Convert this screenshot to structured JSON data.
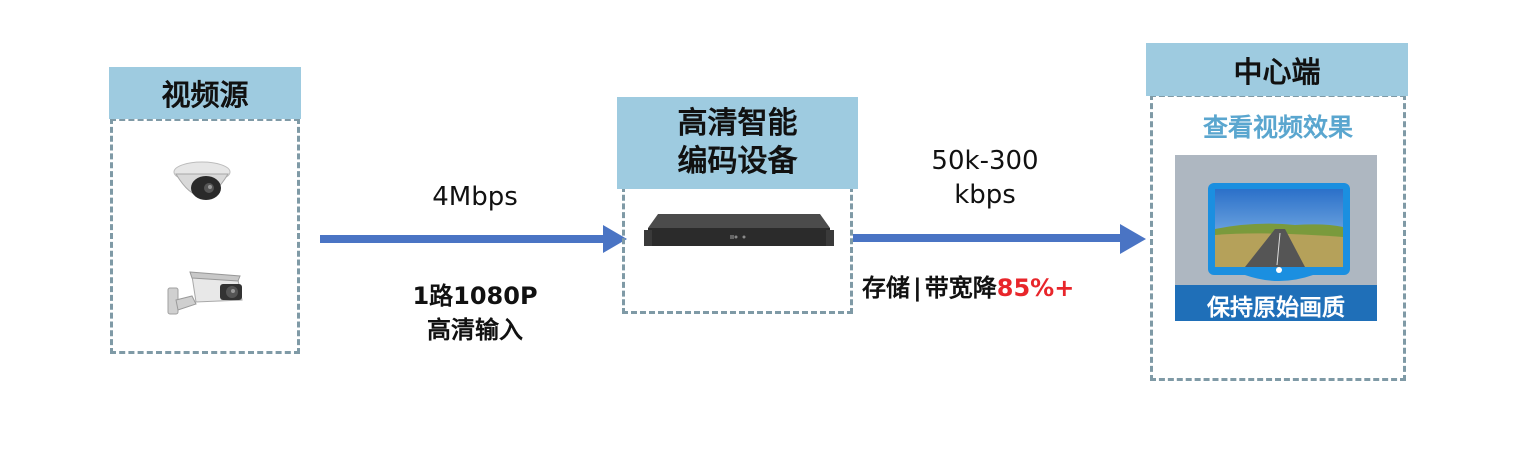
{
  "source": {
    "title": "视频源"
  },
  "encoder": {
    "title_line1": "高清智能",
    "title_line2": "编码设备"
  },
  "center": {
    "title": "中心端",
    "subtitle": "查看视频效果",
    "caption": "保持原始画质"
  },
  "link1": {
    "rate": "4Mbps",
    "desc_line1": "1路1080P",
    "desc_line2": "高清输入"
  },
  "link2": {
    "rate_line1": "50k-300",
    "rate_line2": "kbps",
    "desc_prefix": "存储",
    "desc_sep": "|",
    "desc_middle": "带宽降",
    "desc_highlight": "85%+"
  },
  "colors": {
    "header_bg": "#9ecbe0",
    "arrow": "#4a74c4",
    "dash": "#7f9aa6",
    "highlight": "#e8262b",
    "subtitle": "#5aa6cf",
    "caption_bg": "#1f6fb8"
  }
}
